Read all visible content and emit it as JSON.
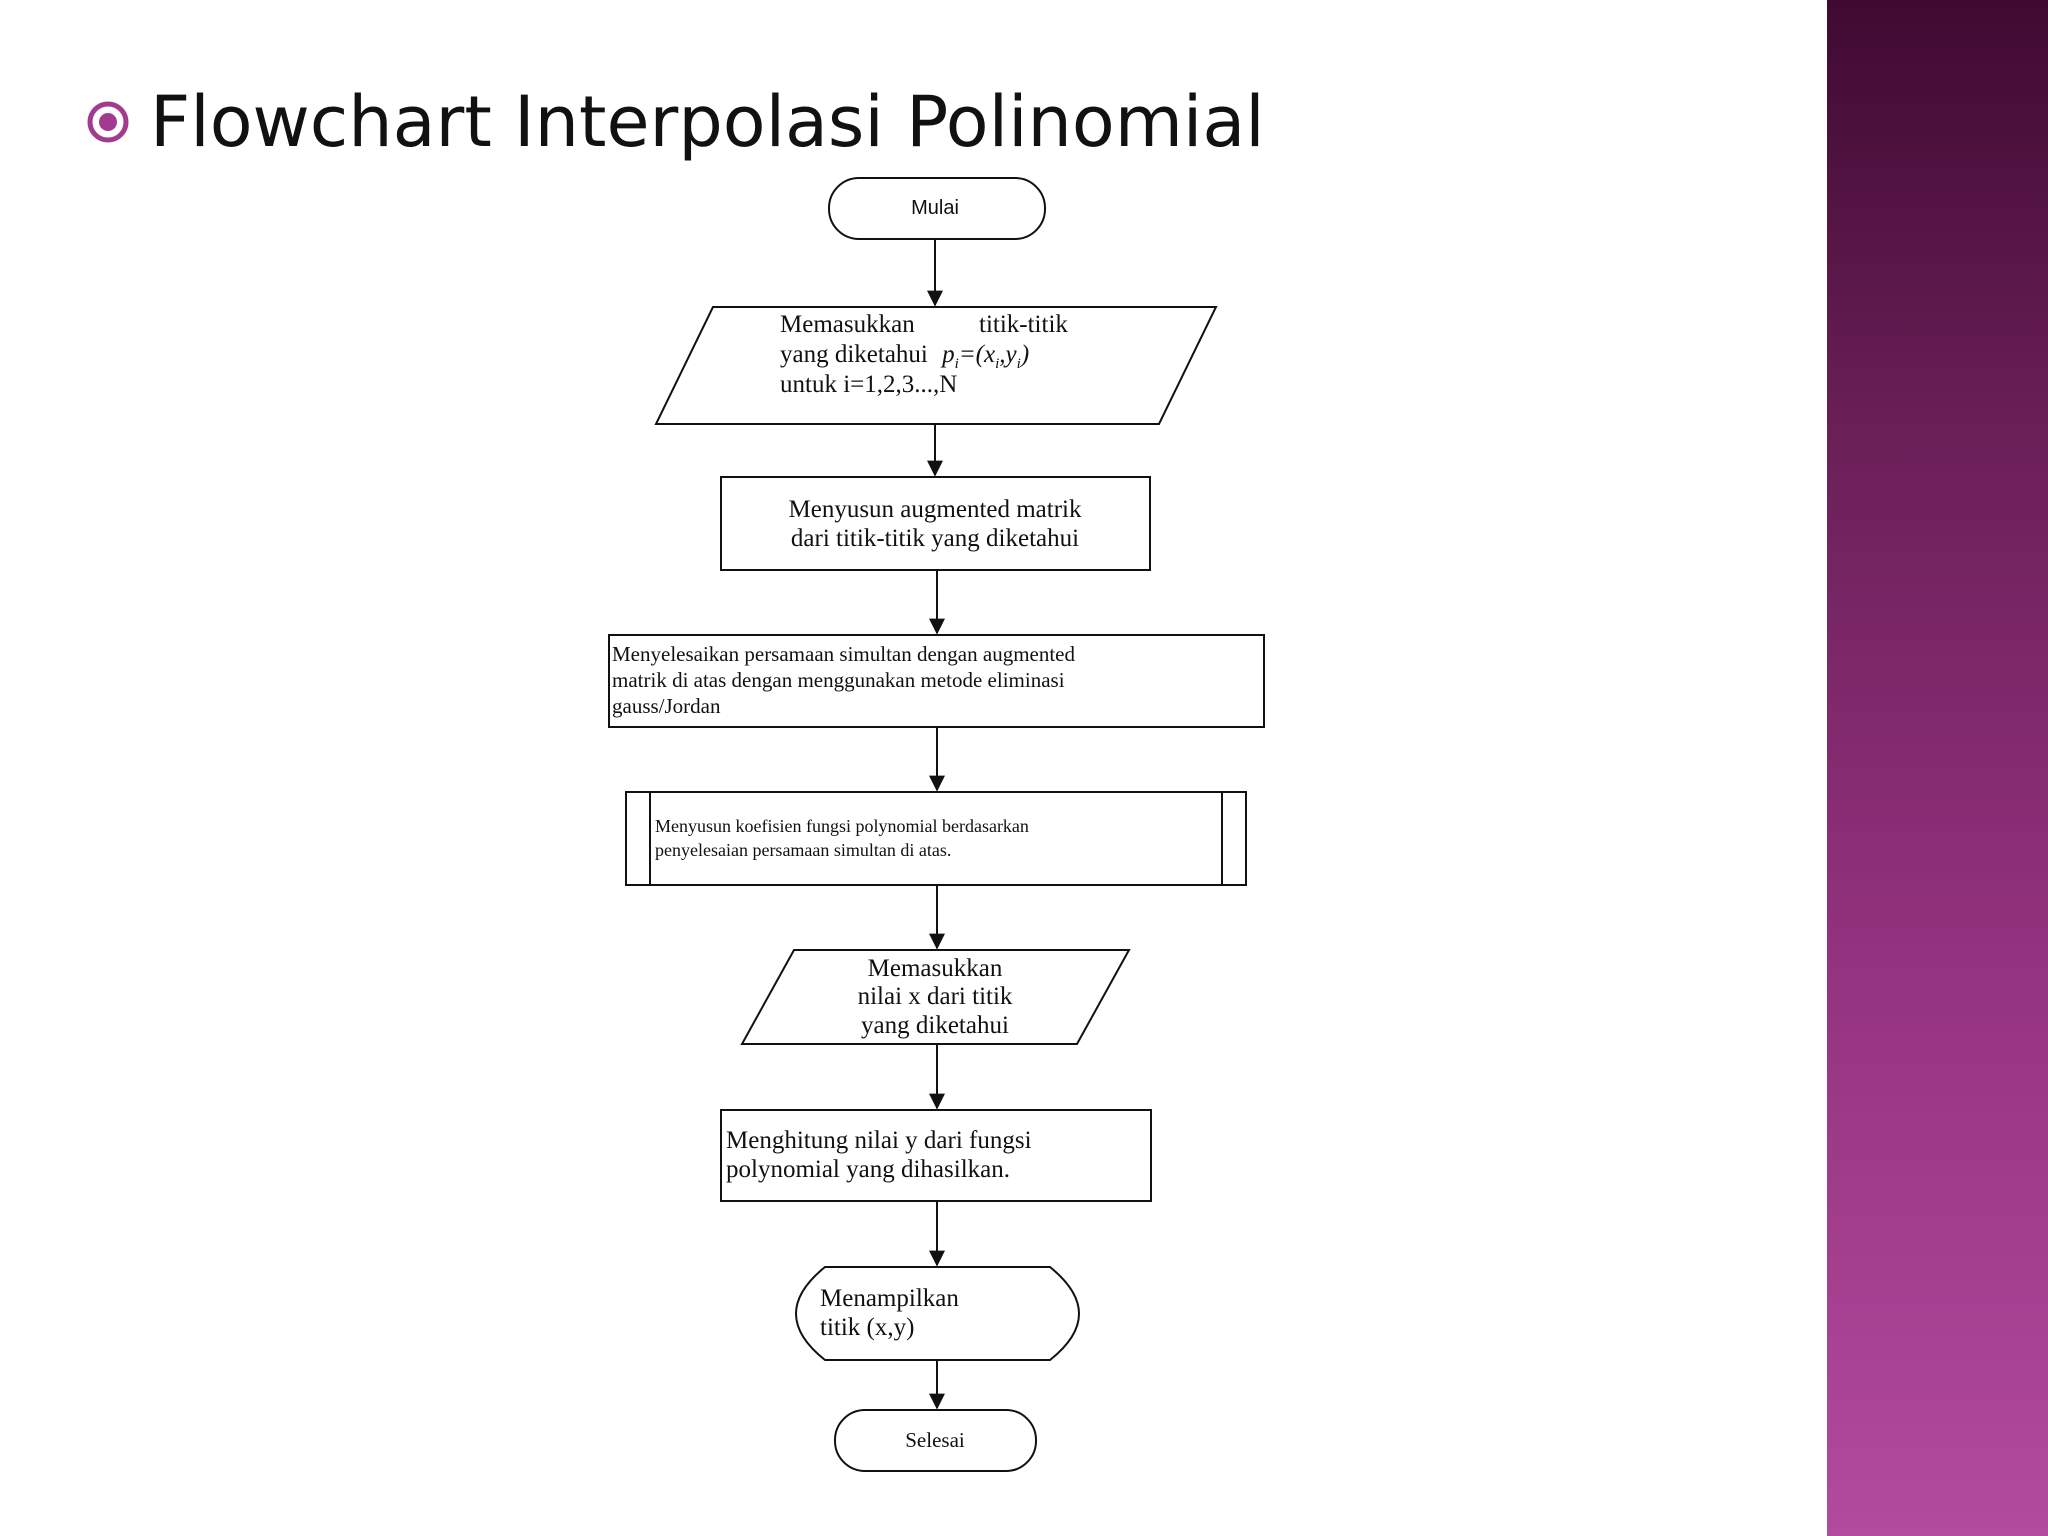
{
  "slide": {
    "title": "Flowchart Interpolasi Polinomial",
    "bullet_icon": "circle-dot-icon",
    "colors": {
      "bullet": "#a23b8f",
      "side_band_top": "#3f0a32",
      "side_band_bottom": "#b24a9e"
    }
  },
  "flowchart": {
    "start": "Mulai",
    "input_points": {
      "line1a": "Memasukkan",
      "line1b": "titik-titik",
      "line2a": "yang diketahui",
      "line2b": "p",
      "line2c": "i",
      "line2d": "=(x",
      "line2e": "i",
      "line2f": ",y",
      "line2g": "i",
      "line2h": ")",
      "line3": "untuk i=1,2,3...,N"
    },
    "build_matrix": [
      "Menyusun augmented matrik",
      "dari titik-titik yang diketahui"
    ],
    "solve": [
      "Menyelesaikan persamaan simultan dengan augmented",
      "matrik di atas dengan menggunakan metode eliminasi",
      "gauss/Jordan"
    ],
    "coefficients": [
      "Menyusun koefisien fungsi polynomial berdasarkan",
      "penyelesaian persamaan simultan di atas."
    ],
    "input_x": [
      "Memasukkan",
      "nilai x dari titik",
      "yang diketahui"
    ],
    "compute_y": [
      "Menghitung nilai y dari fungsi",
      "polynomial yang dihasilkan."
    ],
    "display": [
      "Menampilkan",
      "titik (x,y)"
    ],
    "end": "Selesai"
  }
}
